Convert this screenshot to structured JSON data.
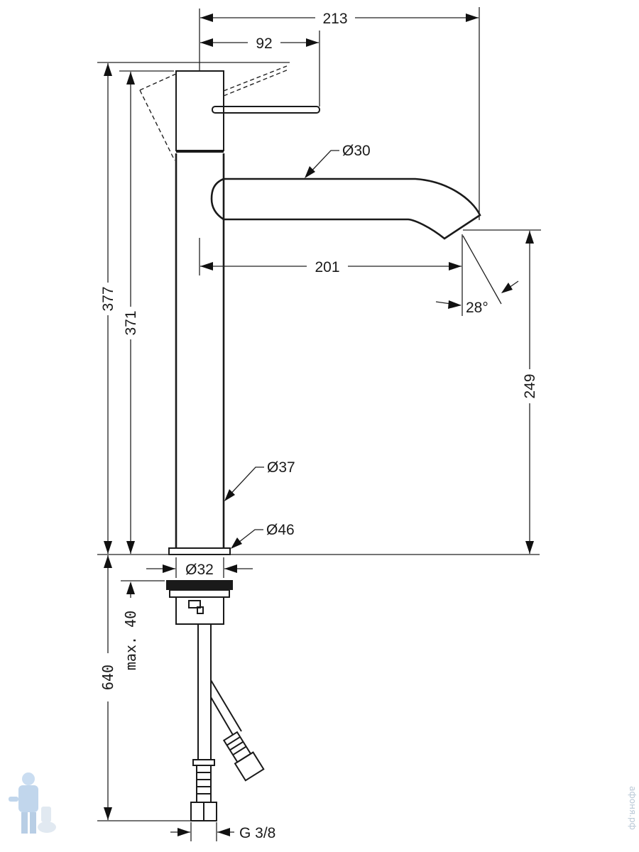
{
  "drawing": {
    "dimensions": {
      "overall_reach": "213",
      "handle_reach": "92",
      "total_height": "377",
      "body_height": "371",
      "spout_reach": "201",
      "spout_height": "249",
      "outlet_angle": "28°",
      "spout_diameter": "Ø30",
      "body_diameter": "Ø37",
      "base_diameter": "Ø46",
      "hole_diameter": "Ø32",
      "hose_length": "640",
      "max_thickness": "max. 40",
      "connection_thread": "G 3/8"
    },
    "watermark": {
      "site": "афоня.рф"
    }
  }
}
